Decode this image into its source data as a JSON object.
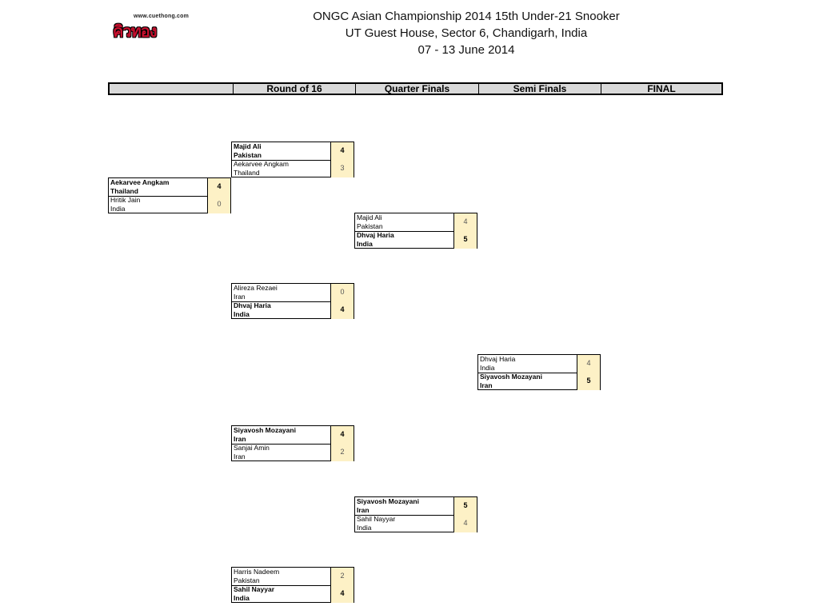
{
  "logo": {
    "url": "www.cuethong.com",
    "text": "คิวทอง"
  },
  "title": {
    "line1": "ONGC Asian Championship 2014 15th Under-21 Snooker",
    "line2": "UT Guest House, Sector 6, Chandigarh, India",
    "line3": "07 - 13 June 2014"
  },
  "header": [
    "",
    "Round of 16",
    "Quarter Finals",
    "Semi Finals",
    "FINAL"
  ],
  "matches": [
    {
      "p1": {
        "name": "Aekarvee Angkam",
        "country": "Thailand",
        "score": "4",
        "winner": true
      },
      "p2": {
        "name": "Hritik Jain",
        "country": "India",
        "score": "0",
        "winner": false
      }
    },
    {
      "p1": {
        "name": "Majid Ali",
        "country": "Pakistan",
        "score": "4",
        "winner": true
      },
      "p2": {
        "name": "Aekarvee Angkam",
        "country": "Thailand",
        "score": "3",
        "winner": false
      }
    },
    {
      "p1": {
        "name": "Alireza Rezaei",
        "country": "Iran",
        "score": "0",
        "winner": false
      },
      "p2": {
        "name": "Dhvaj Haria",
        "country": "India",
        "score": "4",
        "winner": true
      }
    },
    {
      "p1": {
        "name": "Siyavosh Mozayani",
        "country": "Iran",
        "score": "4",
        "winner": true
      },
      "p2": {
        "name": "Sanjai Amin",
        "country": "Iran",
        "score": "2",
        "winner": false
      }
    },
    {
      "p1": {
        "name": "Harris Nadeem",
        "country": "Pakistan",
        "score": "2",
        "winner": false
      },
      "p2": {
        "name": "Sahil Nayyar",
        "country": "India",
        "score": "4",
        "winner": true
      }
    },
    {
      "p1": {
        "name": "Majid Ali",
        "country": "Pakistan",
        "score": "4",
        "winner": false
      },
      "p2": {
        "name": "Dhvaj Haria",
        "country": "India",
        "score": "5",
        "winner": true
      }
    },
    {
      "p1": {
        "name": "Siyavosh Mozayani",
        "country": "Iran",
        "score": "5",
        "winner": true
      },
      "p2": {
        "name": "Sahil Nayyar",
        "country": "India",
        "score": "4",
        "winner": false
      }
    },
    {
      "p1": {
        "name": "Dhvaj Haria",
        "country": "India",
        "score": "4",
        "winner": false
      },
      "p2": {
        "name": "Siyavosh Mozayani",
        "country": "Iran",
        "score": "5",
        "winner": true
      }
    }
  ]
}
